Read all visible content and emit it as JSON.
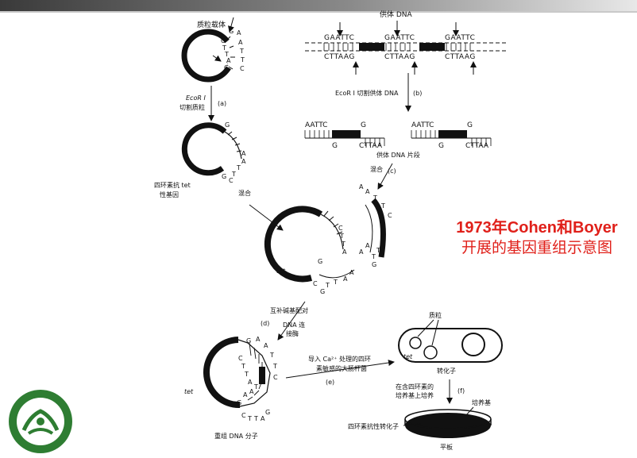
{
  "slide": {
    "caption_line1": "1973年Cohen和Boyer",
    "caption_line2": "开展的基因重组示意图"
  },
  "diagram": {
    "plasmid_label": "质粒载体",
    "donor_dna_label": "供体 DNA",
    "step_a_line1": "EcoR I",
    "step_a_line2": "切割质粒",
    "step_a_tag": "(a)",
    "step_b_label": "EcoR I 切割供体 DNA",
    "step_b_tag": "(b)",
    "tet_gene_line1": "四环素抗 tet",
    "tet_gene_line2": "性基因",
    "mix_left": "混合",
    "mix_right": "混合",
    "step_c_tag": "(c)",
    "fragment_label": "供体 DNA 片段",
    "tet_label": "tet",
    "pairing_label": "互补碱基配对",
    "step_d_tag": "(d)",
    "ligase_line1": "DNA 连",
    "ligase_line2": "接酶",
    "ca_line1": "导入 Ca²⁺ 处理的四环",
    "ca_line2": "素敏感的大肠杆菌",
    "step_e_tag": "(e)",
    "plasmid_in_cell": "质粒",
    "transformant": "转化子",
    "tet_cell_label": "tet",
    "culture_line1": "在含四环素的",
    "culture_line2": "培养基上培养",
    "step_f_tag": "(f)",
    "medium_label": "培养基",
    "resistant_label": "四环素抗性转化子",
    "plate_label": "平板",
    "recombinant_label": "重组 DNA 分子",
    "site_top": "GAATTC",
    "site_bottom": "CTTAAG",
    "sticky_aattc": "AATTC",
    "sticky_cttaa": "CTTAA",
    "base_g": "G"
  },
  "logo": {
    "name": "university-seal",
    "colors": [
      "#2e7d32",
      "#ffffff"
    ]
  },
  "colors": {
    "caption": "#e0201a",
    "topbar": "#4a4a4a"
  }
}
